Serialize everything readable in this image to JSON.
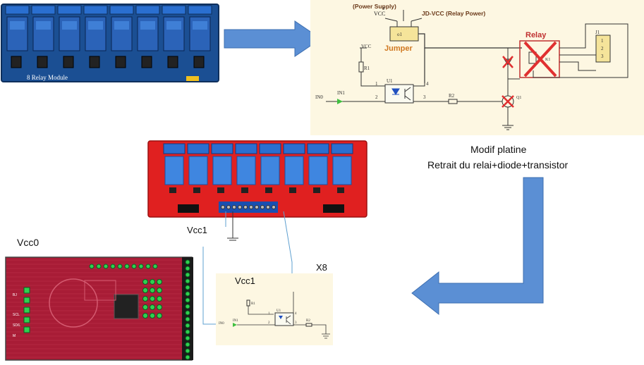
{
  "top_board": {
    "label": "8 Relay Module",
    "board_color": "#1b4f93"
  },
  "schematic_top": {
    "power_supply": "(Power Supply)",
    "vcc": "VCC",
    "jd_vcc": "JD-VCC (Relay Power)",
    "jumper": "Jumper",
    "relay": "Relay",
    "j1": "J1",
    "vcc2": "VCC",
    "r1": "R1",
    "u1": "U1",
    "in1": "IN1",
    "in0": "IN0",
    "r2": "R2",
    "q1": "Q1",
    "k1": "K1",
    "pins": [
      "1",
      "2",
      "3",
      "4",
      "1",
      "2",
      "3"
    ]
  },
  "caption": {
    "line1": "Modif platine",
    "line2": "Retrait du relai+diode+transistor"
  },
  "labels": {
    "vcc1_board": "Vcc1",
    "vcc0": "Vcc0",
    "x8": "X8",
    "vcc1_schematic": "Vcc1"
  },
  "schematic_bottom": {
    "r1": "R1",
    "in1": "IN1",
    "in0": "IN0",
    "u1": "U1",
    "r2": "R2",
    "pins": [
      "1",
      "2",
      "3",
      "4"
    ]
  },
  "colors": {
    "arrow": "#5b8fd4",
    "red_board": "#e02020",
    "pcb": "#b0203a",
    "cross": "#e03030"
  }
}
